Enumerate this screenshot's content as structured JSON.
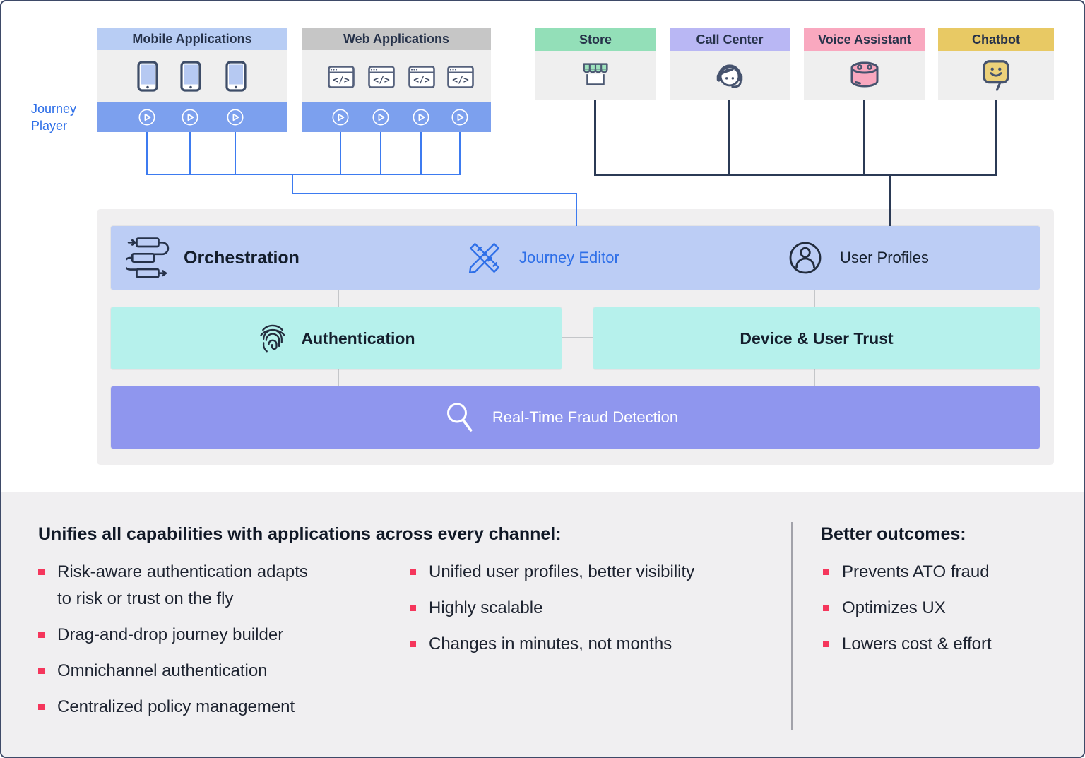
{
  "journey_player": {
    "label": "Journey Player"
  },
  "channels": {
    "mobile": {
      "label": "Mobile Applications"
    },
    "web": {
      "label": "Web Applications"
    },
    "store": {
      "label": "Store"
    },
    "call_center": {
      "label": "Call Center"
    },
    "voice_assistant": {
      "label": "Voice Assistant"
    },
    "chatbot": {
      "label": "Chatbot"
    }
  },
  "platform": {
    "orchestration": "Orchestration",
    "journey_editor": "Journey Editor",
    "user_profiles": "User Profiles",
    "authentication": "Authentication",
    "device_user_trust": "Device & User Trust",
    "fraud_detection": "Real-Time Fraud Detection"
  },
  "benefits": {
    "heading": "Unifies all capabilities with applications across every channel:",
    "column1": [
      "Risk-aware authentication adapts to risk or trust on the fly",
      "Drag-and-drop journey builder",
      "Omnichannel authentication",
      "Centralized policy management"
    ],
    "column2": [
      "Unified user profiles, better visibility",
      "Highly scalable",
      "Changes in minutes, not months"
    ]
  },
  "outcomes": {
    "heading": "Better outcomes:",
    "items": [
      "Prevents ATO fraud",
      "Optimizes UX",
      "Lowers cost & effort"
    ]
  },
  "colors": {
    "mobile_header": "#b8cdf4",
    "web_header": "#c6c6c6",
    "store_header": "#93dfb8",
    "call_center_header": "#b9b7f4",
    "voice_header": "#f9a8bf",
    "chatbot_header": "#e8c964",
    "journey_bar": "#7ca0ee",
    "orchestration_bar": "#bccdf5",
    "trust_box": "#b6f1ec",
    "fraud_bar": "#8f96ee",
    "accent_blue": "#2e6fe8",
    "line_blue": "#3d7bf0",
    "line_dark": "#2b3a55",
    "bullet_red": "#f5365c"
  }
}
